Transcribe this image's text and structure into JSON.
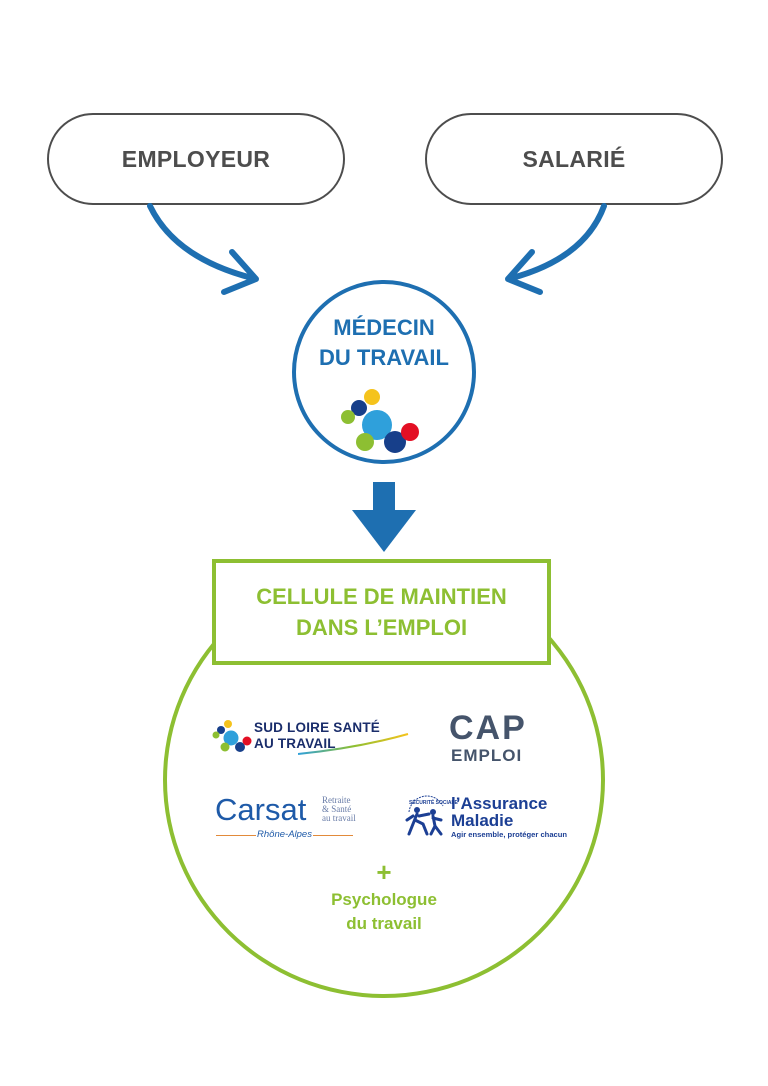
{
  "nodes": {
    "employeur": "EMPLOYEUR",
    "salarie": "SALARIÉ",
    "medecin": {
      "line1": "MÉDECIN",
      "line2": "DU TRAVAIL"
    },
    "cellule": {
      "line1": "CELLULE DE MAINTIEN",
      "line2": "DANS L’EMPLOI"
    }
  },
  "partners": {
    "sud_loire": {
      "line1": "SUD LOIRE SANTÉ",
      "line2": "AU TRAVAIL"
    },
    "cap_emploi": {
      "line1": "CAP",
      "line2": "EMPLOI"
    },
    "carsat": {
      "name": "Carsat",
      "tag1": "Retraite",
      "tag2": "& Santé",
      "tag3": "au travail",
      "region": "Rhône-Alpes"
    },
    "assurance_maladie": {
      "line1": "l’Assurance",
      "line2": "Maladie",
      "tagline": "Agir ensemble, protéger chacun",
      "arc": "SÉCURITÉ SOCIALE"
    }
  },
  "extra": {
    "plus": "+",
    "line1": "Psychologue",
    "line2": "du travail"
  },
  "colors": {
    "blue": "#1e6fb1",
    "green": "#8dbf32",
    "gray": "#4d4d4d"
  },
  "icons": [
    "circles-cluster-icon",
    "arrow-down-icon",
    "curved-arrow-icon"
  ]
}
